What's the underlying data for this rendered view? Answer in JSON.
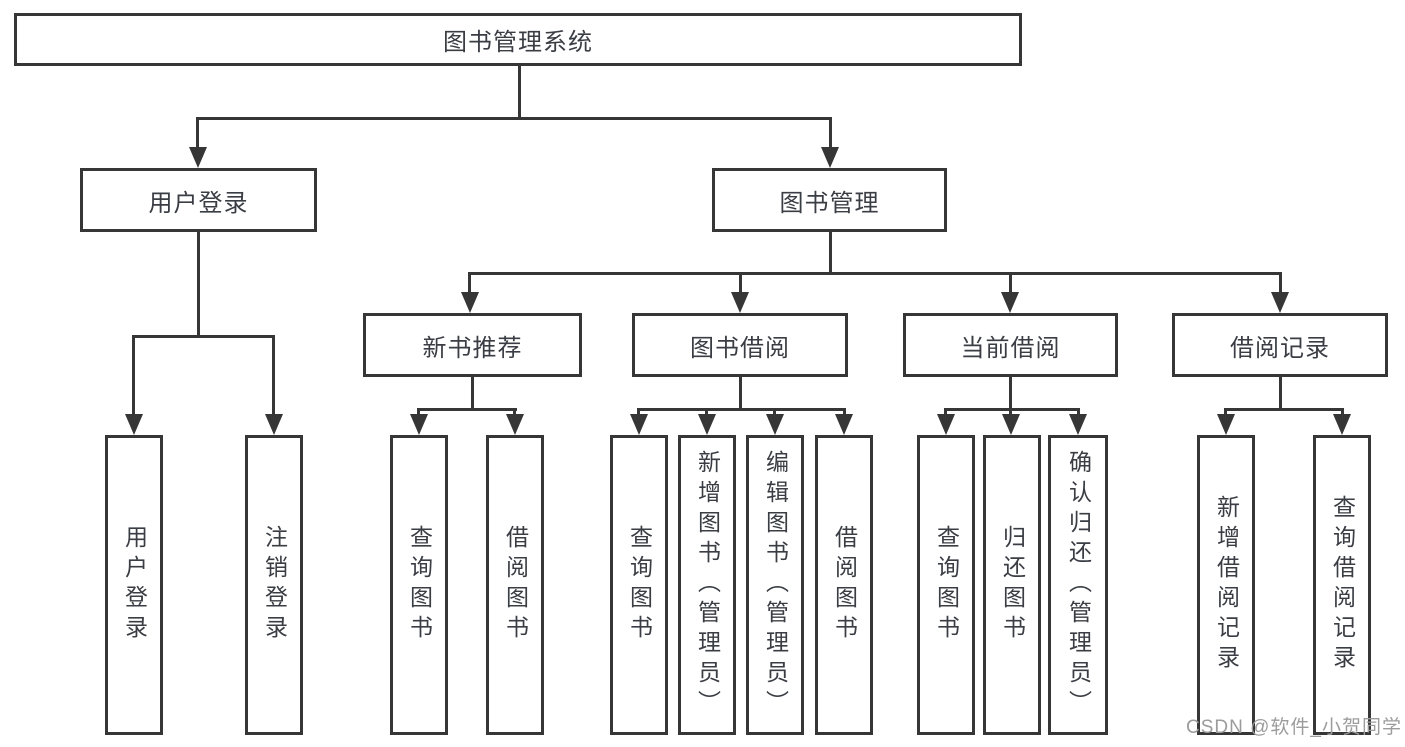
{
  "diagram": {
    "root": "图书管理系统",
    "level2": [
      "用户登录",
      "图书管理"
    ],
    "level3": [
      "新书推荐",
      "图书借阅",
      "当前借阅",
      "借阅记录"
    ],
    "leaves": {
      "user_login": [
        "用户登录",
        "注销登录"
      ],
      "new_book": [
        "查询图书",
        "借阅图书"
      ],
      "book_borrow": [
        "查询图书",
        "新增图书（管理员）",
        "编辑图书（管理员）",
        "借阅图书"
      ],
      "current_borrow": [
        "查询图书",
        "归还图书",
        "确认归还（管理员）"
      ],
      "borrow_record": [
        "新增借阅记录",
        "查询借阅记录"
      ]
    }
  },
  "watermark": "CSDN @软件_小贺同学",
  "colors": {
    "line": "#363636",
    "text": "#3a3e44",
    "watermark": "#9c9c9c",
    "background": "#ffffff"
  }
}
